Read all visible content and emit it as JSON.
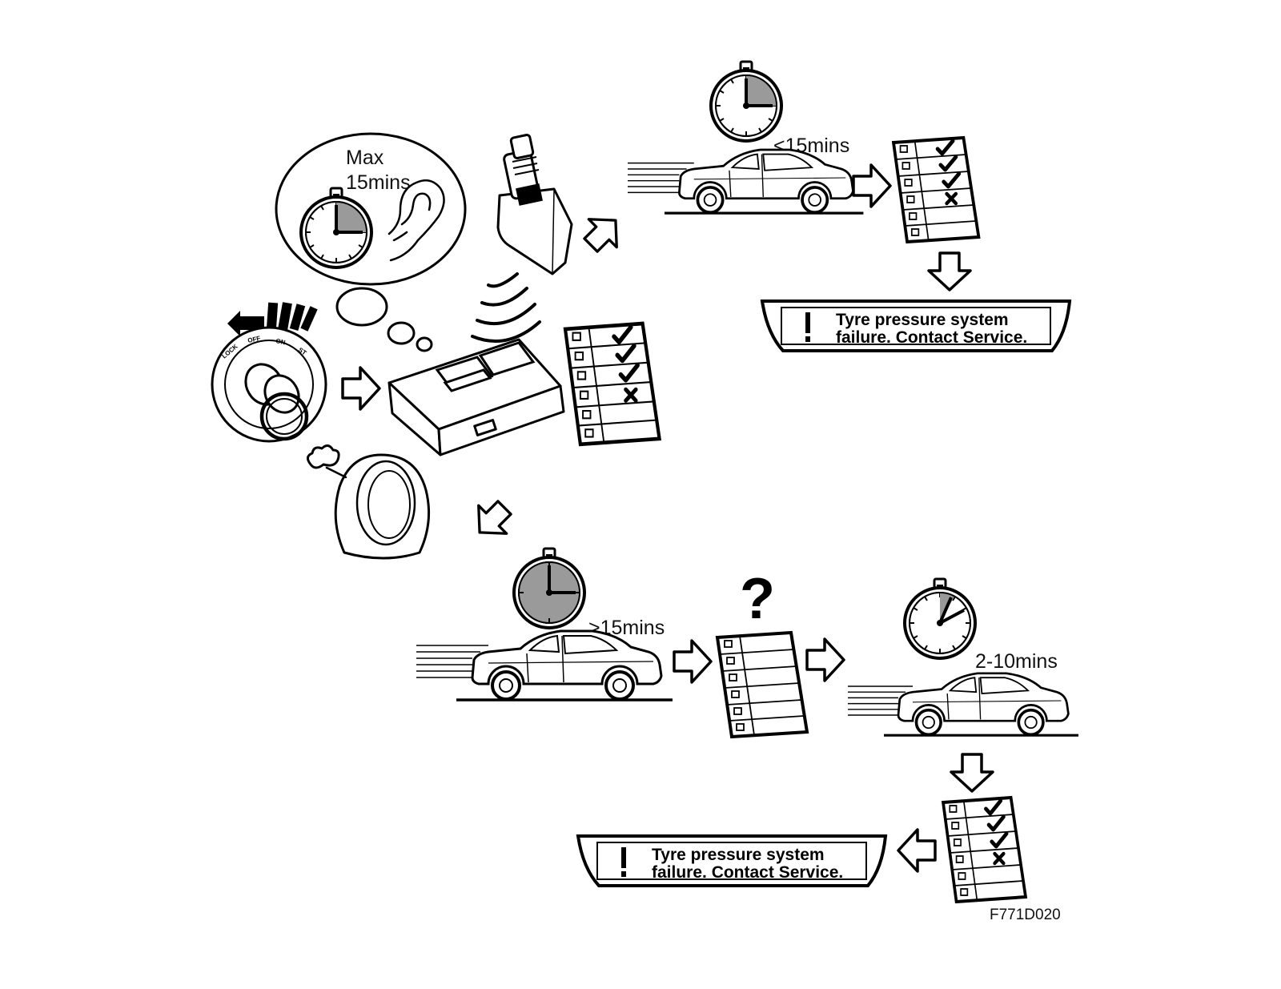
{
  "labels": {
    "max_time": "Max\n15mins",
    "under": "<15mins",
    "over": ">15mins",
    "range": "2-10mins",
    "code": "F771D020"
  },
  "warning": {
    "line1": "Tyre pressure system",
    "line2": "failure. Contact Service.",
    "symbol": "!"
  },
  "ignition": {
    "positions": [
      "LOCK",
      "OFF",
      "ON",
      "ST"
    ]
  },
  "checklist_top": [
    "check",
    "check",
    "check",
    "cross",
    "",
    ""
  ],
  "checklist_unknown": [
    "",
    "",
    "",
    "",
    "",
    ""
  ],
  "question": "?",
  "icons": [
    "stopwatch-icon",
    "ear-icon",
    "ignition-key-icon",
    "tyre-icon",
    "valve-sensor-icon",
    "control-module-icon",
    "car-icon",
    "checklist-icon",
    "arrow-icon",
    "warning-icon"
  ]
}
